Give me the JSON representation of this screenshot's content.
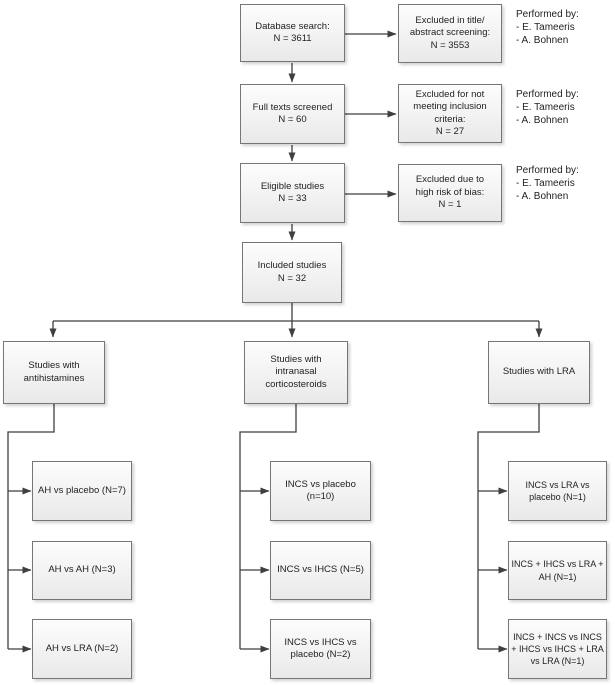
{
  "screening_flow": {
    "rows": [
      {
        "main": "Database search:\nN = 3611",
        "excluded": "Excluded in title/\nabstract screening:\nN = 3553",
        "note": "Performed by:\n- E. Tameeris\n- A. Bohnen"
      },
      {
        "main": "Full texts screened\nN = 60",
        "excluded": "Excluded for not\nmeeting inclusion\ncriteria:\nN = 27",
        "note": "Performed by:\n- E. Tameeris\n- A. Bohnen"
      },
      {
        "main": "Eligible studies\nN = 33",
        "excluded": "Excluded due to\nhigh risk of bias:\nN = 1",
        "note": "Performed by:\n- E. Tameeris\n- A. Bohnen"
      }
    ],
    "included": "Included studies\nN = 32"
  },
  "branches": [
    {
      "category": "Studies with\nantihistamines",
      "children": [
        "AH vs placebo (N=7)",
        "AH vs AH (N=3)",
        "AH vs LRA (N=2)"
      ]
    },
    {
      "category": "Studies with\nintranasal\ncorticosteroids",
      "children": [
        "INCS vs placebo\n(n=10)",
        "INCS vs IHCS (N=5)",
        "INCS vs IHCS vs\nplacebo (N=2)"
      ]
    },
    {
      "category": "Studies with LRA",
      "children": [
        "INCS vs LRA vs\nplacebo (N=1)",
        "INCS + IHCS vs LRA +\nAH (N=1)",
        "INCS + INCS vs INCS\n+ IHCS vs IHCS + LRA\nvs LRA (N=1)"
      ]
    }
  ],
  "colors": {
    "box_border": "#767676",
    "connector_line": "#3f3f3f",
    "box_fill_top": "#fdfdfd",
    "box_fill_bottom": "#e9e9e9",
    "text": "#222222",
    "background": "#ffffff"
  }
}
